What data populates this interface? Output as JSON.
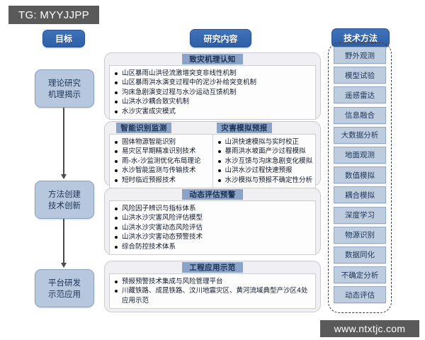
{
  "watermarks": {
    "top_badge": "TG: MYYJJPP",
    "bottom_badge": "www.ntxtjc.com"
  },
  "columns": {
    "goal": {
      "header": "目标",
      "steps": [
        {
          "line1": "理论研究",
          "line2": "机理揭示"
        },
        {
          "line1": "方法创建",
          "line2": "技术创新"
        },
        {
          "line1": "平台研发",
          "line2": "示范应用"
        }
      ]
    },
    "content": {
      "header": "研究内容",
      "sections": [
        {
          "tabs": [
            "致灾机理认知"
          ],
          "columns": [
            [
              "山区暴雨山洪径流激增突变非线性机制",
              "山区暴雨洪水演变过程中的泥沙补给突变机制",
              "沟床急剧演变过程与水沙运动互馈机制",
              "山洪水沙耦合致灾机制",
              "水沙灾害成灾模式"
            ]
          ]
        },
        {
          "tabs": [
            "智能识别监测",
            "灾害模拟预报"
          ],
          "columns": [
            [
              "固体物源智能识别",
              "易灾区早期精准识别技术",
              "雨-水-沙监测优化布局理论",
              "水沙智能监测与传输技术",
              "短时临近预报技术"
            ],
            [
              "山洪快速模拟与实时校正",
              "暴雨洪水坡面产沙过程模拟",
              "水沙互馈与沟床急剧变化模拟",
              "山洪水沙过程快速预报",
              "水沙模拟与预报不确定性分析"
            ]
          ]
        },
        {
          "tabs": [
            "动态评估预警"
          ],
          "columns": [
            [
              "风险因子辨识与指标体系",
              "山洪水沙灾害风险评估模型",
              "山洪水沙灾害动态风险评估",
              "山洪水沙灾害动态预警技术",
              "综合防控技术体系"
            ]
          ]
        },
        {
          "tabs": [
            "工程应用示范"
          ],
          "columns": [
            [
              "预报预警技术集成与风险管理平台",
              "川藏铁路、成昆铁路、汶川地震灾区、黄河流域典型产沙区4处应用示范"
            ]
          ]
        }
      ]
    },
    "method": {
      "header": "技术方法",
      "items": [
        "野外观测",
        "模型试验",
        "遥感雷达",
        "信息融合",
        "大数据分析",
        "地面观测",
        "数值模拟",
        "耦合模拟",
        "深度学习",
        "物源识别",
        "数据同化",
        "不确定分析",
        "动态评估"
      ]
    }
  },
  "colors": {
    "header_blue": "#3f72b8",
    "flow_box_blue": "#b6c7de",
    "tab_blue": "#8ba3c7",
    "method_box_blue": "#bdccdf",
    "section_bg": "#f0f0f2",
    "watermark_gray": "#5a5a5a"
  }
}
